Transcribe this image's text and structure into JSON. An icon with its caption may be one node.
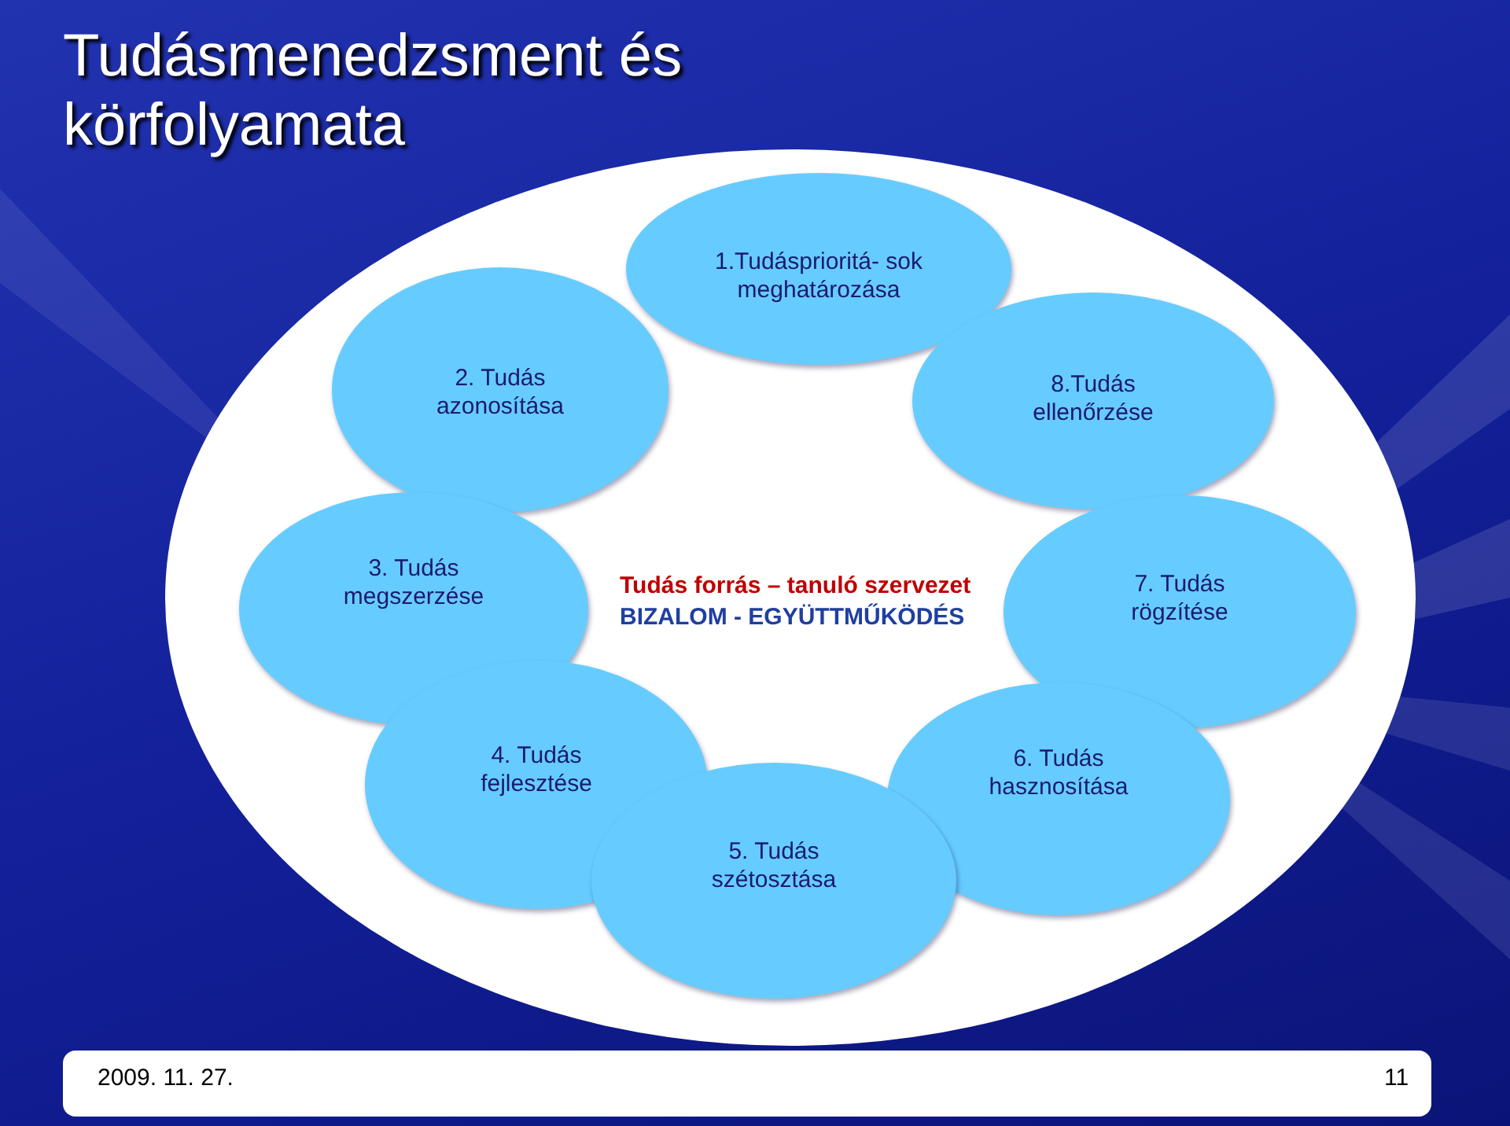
{
  "diagram": {
    "title": "Tudásmenedzsment és körfolyamata",
    "nodes": [
      {
        "text": [
          "Tudás forrás – tanuló szervezet",
          "BIZALOM - EGYÜTTMŰKÖDÉS"
        ]
      },
      {
        "text": [
          "1.Tudásprioritá- sok meghatározása"
        ],
        "in": 0
      },
      {
        "text": [
          "2. Tudás azonosítása"
        ],
        "in": 0
      },
      {
        "text": [
          "8.Tudás ellenőrzése"
        ],
        "in": 0
      },
      {
        "text": [
          "3. Tudás megszerzése"
        ],
        "in": 0
      },
      {
        "text": [
          "7. Tudás rögzítése"
        ],
        "in": 0
      },
      {
        "text": [
          "4. Tudás fejlesztése"
        ],
        "in": 0
      },
      {
        "text": [
          "6. Tudás hasznosítása"
        ],
        "in": 0
      },
      {
        "text": [
          "5. Tudás szétosztása"
        ],
        "in": 0
      }
    ],
    "edges": [],
    "labels": [
      "2009. 11. 27.",
      "11"
    ]
  }
}
